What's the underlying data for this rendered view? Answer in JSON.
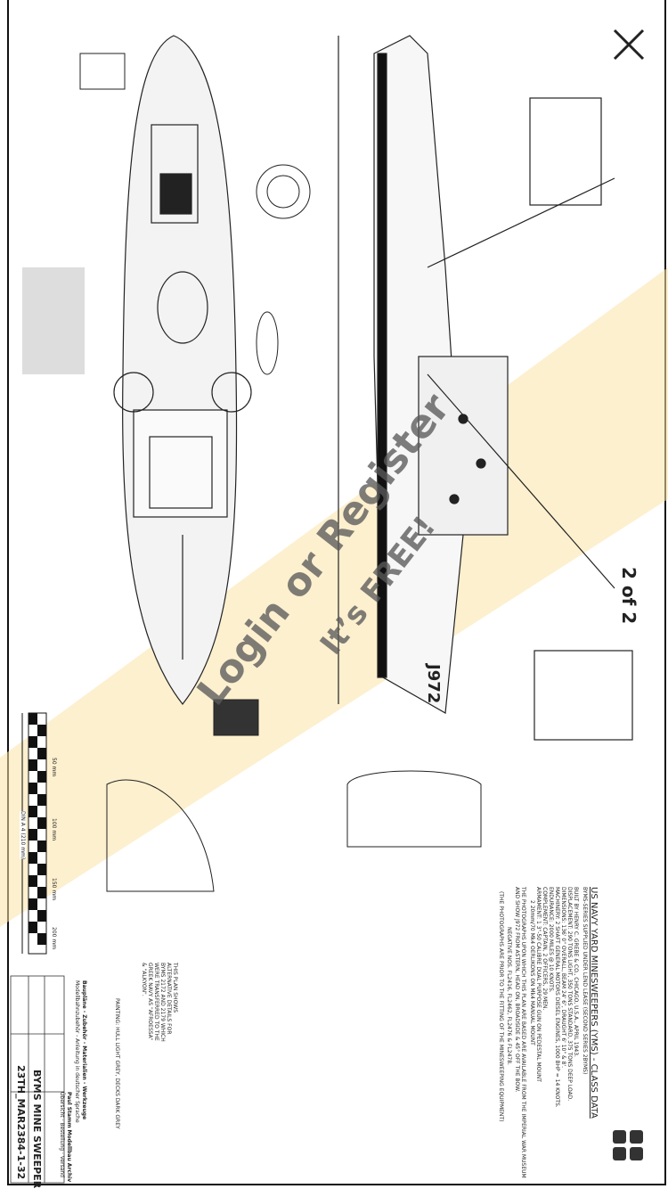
{
  "viewer": {
    "close_icon": "close-icon",
    "pager": "2 of 2",
    "grid_icon": "grid-view-icon"
  },
  "watermark": {
    "line1": "Login or Register",
    "line2": "It’s FREE!"
  },
  "plan": {
    "hull_number": "J972",
    "class_data_title": "US NAVY YARD MINESWEEPERS (YMS) - CLASS DATA",
    "class_data_subtitle": "BYMS-SERIES   SUPPLIED UNDER LEND LEASE (SECOND SERIES 2BYMS)",
    "class_data_lines": [
      "BUILT BY HENRY C. GREBE & CO., CHICAGO, U.S.A., APRIL 1943.",
      "DISPLACEMENT: 290 TONS LIGHT, 350 TONS STANDARD, 375 TONS DEEP LOAD.",
      "DIMENSIONS: 136' 0\" OVERALL, BEAM 24' 6\", DRAUGHT 6' 10\" & 8'.",
      "MACHINERY: 2 SHAFT GENERAL MOTORS DIESEL ENGINES, 1000 BHP = 14 KNOTS.",
      "ENDURANCE: 2000 MILES @ 10 KNOTS.",
      "COMPLEMENT: CAPTAIN, 2 OFFICERS, 29 MEN.",
      "ARMAMENT: 1 3\"-50 CALIBRE DUAL PURPOSE GUN ON PEDESTAL MOUNT",
      "2 20mm/70 Mk4 OERLIKONS ON Mk4 MANUAL MOUNT"
    ],
    "photo_note": "THE PHOTOGRAPHS UPON WHICH THIS PLAN ARE BASED ARE AVAILABLE FROM THE IMPERIAL WAR MUSEUM",
    "photo_note_2": "AND SHOW J972 FROM ASTERN, HEAD ON, BROADSIDE & 45° OFF THE BOW.",
    "negative_note": "NEGATIVE NOS. FL2416, FL2462, FL2476 & FL2478.",
    "fitting_note": "(THE PHOTOGRAPHS ARE PRIOR TO THE FITTING OF THE MINESWEEPING EQUIPMENT)",
    "painting_note": "PAINTING: HULL LIGHT GREY, DECKS DARK GREY",
    "plan_note": "THIS PLAN SHOWS ALTERNATIVE DETAILS FOR BYMS 2172 AND 2179 WHICH WERE TRANSFERRED TO THE GREEK NAVY AS \"AFROESSA\" & \"ALKYON\"."
  },
  "scale_bar": {
    "labels": [
      "50 mm",
      "100 mm",
      "150 mm",
      "200 mm"
    ],
    "din_label": "DIN A 4 (210 mm)"
  },
  "title_block": {
    "header": "Baupläne - Zubehör - Materialien - Werkzeuge",
    "subheader": "Modellbahnzubehör - Anleitung in deutscher Sprache",
    "archive": "Paul Stamm Modellbau Archiv",
    "archive_sub": "Übersicht · Bestellung · Versand",
    "title": "BYMS MINE SWEEPER",
    "drawing_number": "23TH_MAR2384-1-32"
  },
  "colors": {
    "ink": "#1a1a1a",
    "watermark_band": "#fbe3a8",
    "watermark_text": "#5a5a5a"
  }
}
